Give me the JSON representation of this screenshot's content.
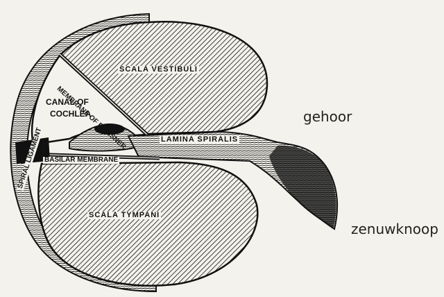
{
  "labels": {
    "scala_vestibuli": "SCALA VESTIBULI",
    "membrane_of_reissner": "MEMBRANE OF REISSNER",
    "canal_line1": "CANAL OF",
    "canal_line2": "COCHLEA",
    "spiral_ligament": "SPIRAL LIGAMENT",
    "lamina_spiralis": "LAMINA SPIRALIS",
    "basilar_membrane": "BASILAR MEMBRANE",
    "scala_tympani": "SCALA TYMPANI"
  },
  "annotations": {
    "gehoor": "gehoor",
    "zenuwknoop": "zenuwknoop"
  },
  "colors": {
    "ink": "#111111",
    "paper": "#f4f2ec"
  }
}
